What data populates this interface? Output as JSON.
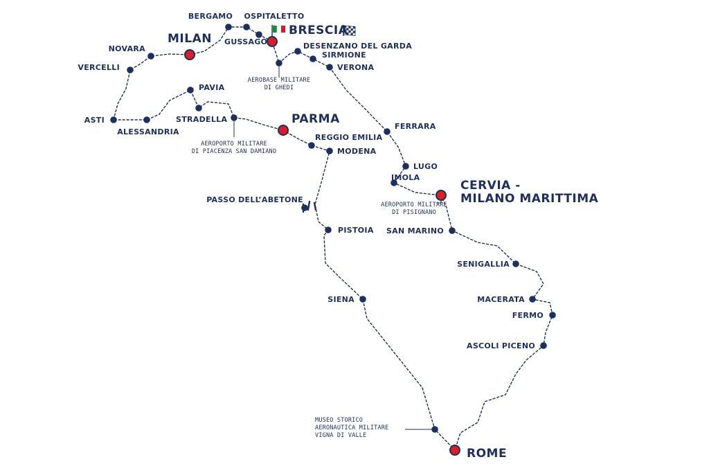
{
  "colors": {
    "navy": "#1d2f5b",
    "red": "#d8202c",
    "italy_green": "#1f8a3a",
    "italy_white": "#ffffff",
    "italy_red": "#cf2030"
  },
  "icons": [
    "italy-flag-icon",
    "checkered-flag-icon"
  ],
  "places": {
    "bergamo": {
      "label": "BERGAMO",
      "major": false
    },
    "ospitaletto": {
      "label": "OSPITALETTO",
      "major": false
    },
    "brescia": {
      "label": "BRESCIA",
      "major": true
    },
    "gussago": {
      "label": "GUSSAGO",
      "major": false
    },
    "milan": {
      "label": "MILAN",
      "major": true
    },
    "novara": {
      "label": "NOVARA",
      "major": false
    },
    "vercelli": {
      "label": "VERCELLI",
      "major": false
    },
    "desenzano": {
      "label": "DESENZANO DEL GARDA",
      "major": false
    },
    "sirmione": {
      "label": "SIRMIONE",
      "major": false
    },
    "verona": {
      "label": "VERONA",
      "major": false
    },
    "ghedi": {
      "label": "",
      "major": false
    },
    "pavia": {
      "label": "PAVIA",
      "major": false
    },
    "stradella": {
      "label": "STRADELLA",
      "major": false
    },
    "asti": {
      "label": "ASTI",
      "major": false
    },
    "alessandria": {
      "label": "ALESSANDRIA",
      "major": false
    },
    "piacenza_base": {
      "label": "",
      "major": false
    },
    "parma": {
      "label": "PARMA",
      "major": true
    },
    "reggio": {
      "label": "REGGIO EMILIA",
      "major": false
    },
    "modena": {
      "label": "MODENA",
      "major": false
    },
    "ferrara": {
      "label": "FERRARA",
      "major": false
    },
    "lugo": {
      "label": "LUGO",
      "major": false
    },
    "imola": {
      "label": "IMOLA",
      "major": false
    },
    "cervia": {
      "label": "CERVIA -",
      "label2": "MILANO MARITTIMA",
      "major": true
    },
    "abetone": {
      "label": "PASSO DELL’ABETONE",
      "major": false
    },
    "pistoia": {
      "label": "PISTOIA",
      "major": false
    },
    "san_marino": {
      "label": "SAN MARINO",
      "major": false
    },
    "senigallia": {
      "label": "SENIGALLIA",
      "major": false
    },
    "siena": {
      "label": "SIENA",
      "major": false
    },
    "macerata": {
      "label": "MACERATA",
      "major": false
    },
    "fermo": {
      "label": "FERMO",
      "major": false
    },
    "ascoli": {
      "label": "ASCOLI PICENO",
      "major": false
    },
    "museo": {
      "label": "",
      "major": false
    },
    "rome": {
      "label": "ROME",
      "major": true
    }
  },
  "notes": {
    "ghedi": [
      "AEROBASE MILITARE",
      "DI GHEDI"
    ],
    "piacenza": [
      "AEROPORTO MILITARE",
      "DI PIACENZA SAN DAMIANO"
    ],
    "pisignano": [
      "AEROPORTO MILITARE",
      "DI PISIGNANO"
    ],
    "museo": [
      "MUSEO STORICO",
      "AERONAUTICA MILITARE",
      "VIGNA DI VALLE"
    ]
  }
}
